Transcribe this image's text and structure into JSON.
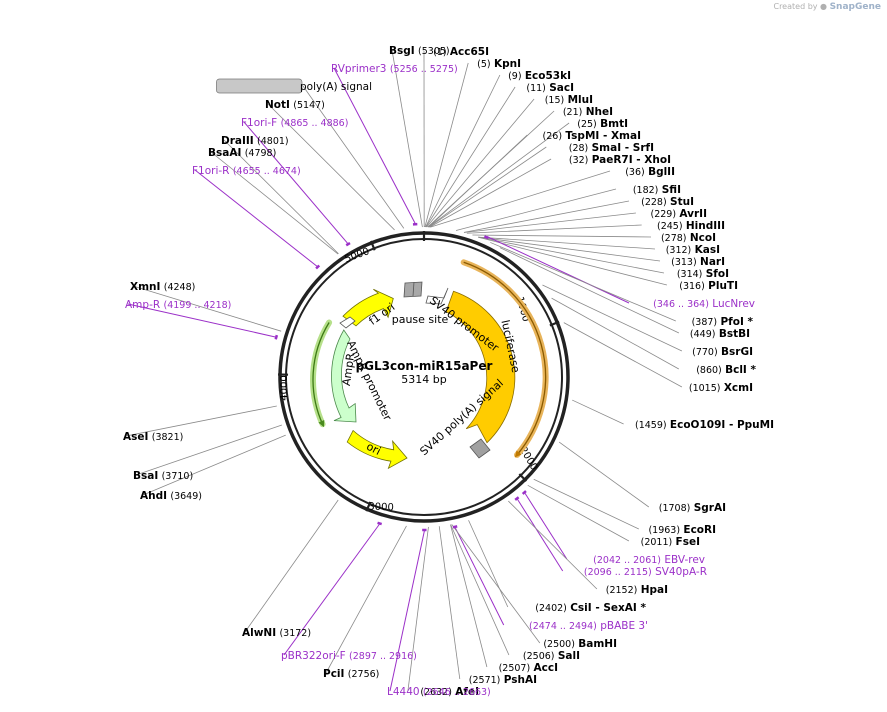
{
  "watermark": {
    "prefix": "Created by",
    "brand": "SnapGene"
  },
  "plasmid": {
    "name": "pGL3con-miR15aPer",
    "length_label": "5314 bp",
    "length": 5314
  },
  "ticks": [
    {
      "bp": 1000,
      "label": "1000"
    },
    {
      "bp": 2000,
      "label": "2000"
    },
    {
      "bp": 3000,
      "label": "3000"
    },
    {
      "bp": 4000,
      "label": "4000"
    },
    {
      "bp": 5000,
      "label": "5000"
    }
  ],
  "labels": [
    {
      "text": "Acc65I",
      "pos": "(1)",
      "bp": 1,
      "color": "#000000"
    },
    {
      "text": "KpnI",
      "pos": "(5)",
      "bp": 5,
      "color": "#000000"
    },
    {
      "text": "Eco53kI",
      "pos": "(9)",
      "bp": 9,
      "color": "#000000"
    },
    {
      "text": "SacI",
      "pos": "(11)",
      "bp": 11,
      "color": "#000000"
    },
    {
      "text": "MluI",
      "pos": "(15)",
      "bp": 15,
      "color": "#000000"
    },
    {
      "text": "NheI",
      "pos": "(21)",
      "bp": 21,
      "color": "#000000"
    },
    {
      "text": "BmtI",
      "pos": "(25)",
      "bp": 25,
      "color": "#000000"
    },
    {
      "text": "TspMI  - XmaI",
      "pos": "(26)",
      "bp": 26,
      "color": "#000000"
    },
    {
      "text": "SmaI  - SrfI",
      "pos": "(28)",
      "bp": 28,
      "color": "#000000"
    },
    {
      "text": "PaeR7I  - XhoI",
      "pos": "(32)",
      "bp": 32,
      "color": "#000000"
    },
    {
      "text": "BglII",
      "pos": "(36)",
      "bp": 36,
      "color": "#000000"
    },
    {
      "text": "SfiI",
      "pos": "(182)",
      "bp": 182,
      "color": "#000000"
    },
    {
      "text": "StuI",
      "pos": "(228)",
      "bp": 228,
      "color": "#000000"
    },
    {
      "text": "AvrII",
      "pos": "(229)",
      "bp": 229,
      "color": "#000000"
    },
    {
      "text": "HindIII",
      "pos": "(245)",
      "bp": 245,
      "color": "#000000"
    },
    {
      "text": "NcoI",
      "pos": "(278)",
      "bp": 278,
      "color": "#000000"
    },
    {
      "text": "KasI",
      "pos": "(312)",
      "bp": 312,
      "color": "#000000"
    },
    {
      "text": "NarI",
      "pos": "(313)",
      "bp": 313,
      "color": "#000000"
    },
    {
      "text": "SfoI",
      "pos": "(314)",
      "bp": 314,
      "color": "#000000"
    },
    {
      "text": "PluTI",
      "pos": "(316)",
      "bp": 316,
      "color": "#000000"
    },
    {
      "text": "LucNrev",
      "pos": "(346 .. 364)",
      "bp": 355,
      "color": "#9b30c8"
    },
    {
      "text": "PfoI *",
      "pos": "(387)",
      "bp": 387,
      "color": "#000000"
    },
    {
      "text": "BstBI",
      "pos": "(449)",
      "bp": 449,
      "color": "#000000"
    },
    {
      "text": "BsrGI",
      "pos": "(770)",
      "bp": 770,
      "color": "#000000"
    },
    {
      "text": "BclI *",
      "pos": "(860)",
      "bp": 860,
      "color": "#000000"
    },
    {
      "text": "XcmI",
      "pos": "(1015)",
      "bp": 1015,
      "color": "#000000"
    },
    {
      "text": "EcoO109I  - PpuMI",
      "pos": "(1459)",
      "bp": 1459,
      "color": "#000000"
    },
    {
      "text": "SgrAI",
      "pos": "(1708)",
      "bp": 1708,
      "color": "#000000"
    },
    {
      "text": "EcoRI",
      "pos": "(1963)",
      "bp": 1963,
      "color": "#000000"
    },
    {
      "text": "FseI",
      "pos": "(2011)",
      "bp": 2011,
      "color": "#000000"
    },
    {
      "text": "EBV-rev",
      "pos": "(2042 .. 2061)",
      "bp": 2052,
      "color": "#9b30c8"
    },
    {
      "text": "SV40pA-R",
      "pos": "(2096 .. 2115)",
      "bp": 2105,
      "color": "#9b30c8"
    },
    {
      "text": "HpaI",
      "pos": "(2152)",
      "bp": 2152,
      "color": "#000000"
    },
    {
      "text": "CsiI  - SexAI *",
      "pos": "(2402)",
      "bp": 2402,
      "color": "#000000"
    },
    {
      "text": "pBABE 3'",
      "pos": "(2474 .. 2494)",
      "bp": 2484,
      "color": "#9b30c8"
    },
    {
      "text": "BamHI",
      "pos": "(2500)",
      "bp": 2500,
      "color": "#000000"
    },
    {
      "text": "SalI",
      "pos": "(2506)",
      "bp": 2506,
      "color": "#000000"
    },
    {
      "text": "AccI",
      "pos": "(2507)",
      "bp": 2507,
      "color": "#000000"
    },
    {
      "text": "PshAI",
      "pos": "(2571)",
      "bp": 2571,
      "color": "#000000"
    },
    {
      "text": "AfeI",
      "pos": "(2632)",
      "bp": 2632,
      "color": "#000000"
    },
    {
      "text": "L4440",
      "pos": "(2646 .. 2663)",
      "bp": 2655,
      "color": "#9b30c8"
    },
    {
      "text": "PciI",
      "pos": "(2756)",
      "bp": 2756,
      "color": "#000000"
    },
    {
      "text": "pBR322ori-F",
      "pos": "(2897 .. 2916)",
      "bp": 2906,
      "color": "#9b30c8"
    },
    {
      "text": "AlwNI",
      "pos": "(3172)",
      "bp": 3172,
      "color": "#000000"
    },
    {
      "text": "AhdI",
      "pos": "(3649)",
      "bp": 3649,
      "color": "#000000"
    },
    {
      "text": "BsaI",
      "pos": "(3710)",
      "bp": 3710,
      "color": "#000000"
    },
    {
      "text": "AseI",
      "pos": "(3821)",
      "bp": 3821,
      "color": "#000000"
    },
    {
      "text": "Amp-R",
      "pos": "(4199 .. 4218)",
      "bp": 4208,
      "color": "#9b30c8"
    },
    {
      "text": "XmnI",
      "pos": "(4248)",
      "bp": 4248,
      "color": "#000000"
    },
    {
      "text": "F1ori-R",
      "pos": "(4655 .. 4674)",
      "bp": 4664,
      "color": "#9b30c8"
    },
    {
      "text": "BsaAI",
      "pos": "(4798)",
      "bp": 4798,
      "color": "#000000"
    },
    {
      "text": "DraIII",
      "pos": "(4801)",
      "bp": 4801,
      "color": "#000000"
    },
    {
      "text": "F1ori-F",
      "pos": "(4865 .. 4886)",
      "bp": 4875,
      "color": "#9b30c8"
    },
    {
      "text": "NotI",
      "pos": "(5147)",
      "bp": 5147,
      "color": "#000000"
    },
    {
      "text": "poly(A) signal",
      "pos": "",
      "bp": 5200,
      "color": "#000000"
    },
    {
      "text": "RVprimer3",
      "pos": "(5256 .. 5275)",
      "bp": 5265,
      "color": "#9b30c8"
    },
    {
      "text": "BsgI",
      "pos": "(5305)",
      "bp": 5305,
      "color": "#000000"
    }
  ],
  "features": [
    {
      "name": "SV40 promoter",
      "color": "#ffcc00"
    },
    {
      "name": "luciferase",
      "color": "#ffcc00"
    },
    {
      "name": "SV40 poly(A) signal",
      "color": "#a0a0a0"
    },
    {
      "name": "ori",
      "color": "#ffff00"
    },
    {
      "name": "AmpR",
      "color": "#ccffcc"
    },
    {
      "name": "AmpR promoter",
      "color": "#ffffff"
    },
    {
      "name": "f1 ori",
      "color": "#ffff00"
    },
    {
      "name": "pause site",
      "color": "#a0a0a0"
    }
  ]
}
